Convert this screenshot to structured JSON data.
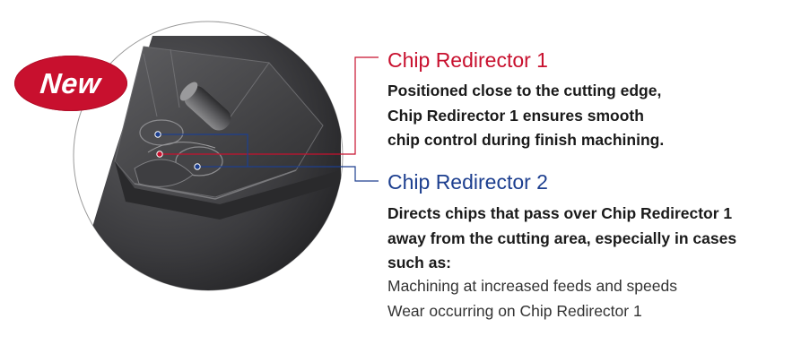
{
  "badge": {
    "label": "New"
  },
  "redirector1": {
    "title": "Chip Redirector 1",
    "lines": [
      "Positioned close to the cutting edge,",
      "Chip Redirector 1 ensures smooth",
      "chip control during finish machining."
    ]
  },
  "redirector2": {
    "title": "Chip Redirector 2",
    "bold_lines": [
      "Directs chips that pass over Chip Redirector 1",
      "away from the cutting area, especially in cases",
      "such as:"
    ],
    "cases": [
      "Machining at increased feeds and speeds",
      "Wear occurring on Chip Redirector 1"
    ]
  },
  "colors": {
    "accent_red": "#c8102e",
    "accent_blue": "#1d3f8f",
    "insert_dark": "#3a3a3c"
  }
}
